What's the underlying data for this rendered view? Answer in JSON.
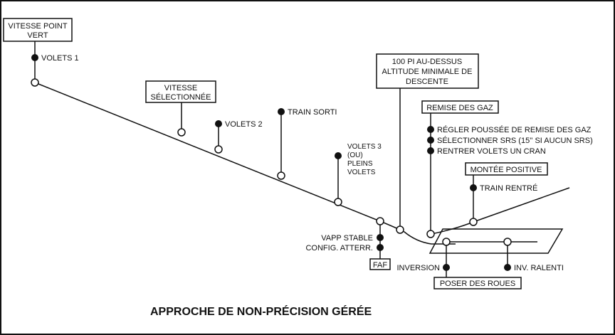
{
  "title": "APPROCHE DE NON-PRÉCISION GÉRÉE",
  "boxes": {
    "vitesse_point_vert": [
      "VITESSE POINT",
      "VERT"
    ],
    "vitesse_selectionnee": [
      "VITESSE",
      "SÉLECTIONNÉE"
    ],
    "altitude_minimale": [
      "100 PI AU-DESSUS",
      "ALTITUDE MINIMALE DE",
      "DESCENTE"
    ],
    "remise_des_gaz": "REMISE DES GAZ",
    "montee_positive": "MONTÉE POSITIVE",
    "faf": "FAF",
    "poser_des_roues": "POSER DES ROUES"
  },
  "labels": {
    "volets_1": "VOLETS 1",
    "volets_2": "VOLETS 2",
    "train_sorti": "TRAIN SORTI",
    "volets_3": [
      "VOLETS 3",
      "(OU)",
      "PLEINS",
      "VOLETS"
    ],
    "regler_poussee": "RÉGLER POUSSÉE DE REMISE DES GAZ",
    "selectionner_srs": "SÉLECTIONNER SRS (15'' SI AUCUN SRS)",
    "rentrer_volets": "RENTRER VOLETS UN CRAN",
    "train_rentre": "TRAIN RENTRÉ",
    "vapp_stable": "VAPP STABLE",
    "config_atterr": "CONFIG. ATTERR.",
    "inversion": "INVERSION",
    "inv_ralenti": "INV. RALENTI"
  },
  "colors": {
    "ink": "#111111",
    "background": "#ffffff"
  }
}
